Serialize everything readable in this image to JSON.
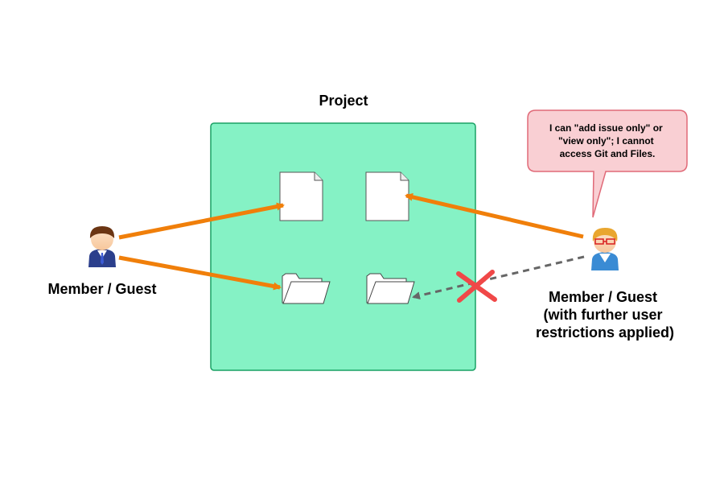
{
  "project": {
    "title": "Project"
  },
  "left_user": {
    "label": "Member / Guest"
  },
  "right_user": {
    "label_lines": [
      "Member / Guest",
      "(with further user",
      "restrictions applied)"
    ]
  },
  "speech_bubble": {
    "lines": [
      "I can \"add issue only\" or",
      "\"view only\"; I cannot",
      "access Git and Files."
    ]
  },
  "colors": {
    "project_fill": "#85f2c5",
    "project_stroke": "#1aa165",
    "arrow": "#f07f0a",
    "dashed_arrow": "#666666",
    "denied_mark": "#f04848",
    "bubble_fill": "#f9cfd3",
    "bubble_stroke": "#e06a78"
  },
  "icons": {
    "left_user": "user-avatar-icon",
    "right_user": "user-with-glasses-avatar-icon",
    "files": [
      "document-icon",
      "document-icon"
    ],
    "folders": [
      "folder-icon",
      "folder-icon"
    ],
    "denied": "x-mark-icon"
  }
}
